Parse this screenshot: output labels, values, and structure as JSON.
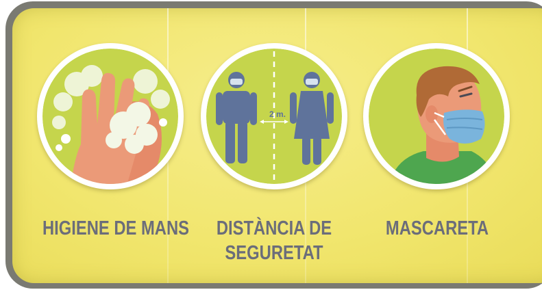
{
  "measures": [
    {
      "icon": "hand-washing-icon",
      "label": "HIGIENE DE MANS"
    },
    {
      "icon": "social-distance-icon",
      "distance_label": "2 m.",
      "label_lines": [
        "DISTÀNCIA DE",
        "SEGURETAT"
      ]
    },
    {
      "icon": "face-mask-icon",
      "label": "MASCARETA"
    }
  ],
  "colors": {
    "panel": "#f1e66e",
    "circle": "#c5d54c",
    "figure": "#5f739b",
    "skin": "#eb9a78",
    "text": "#6b6d7a"
  }
}
